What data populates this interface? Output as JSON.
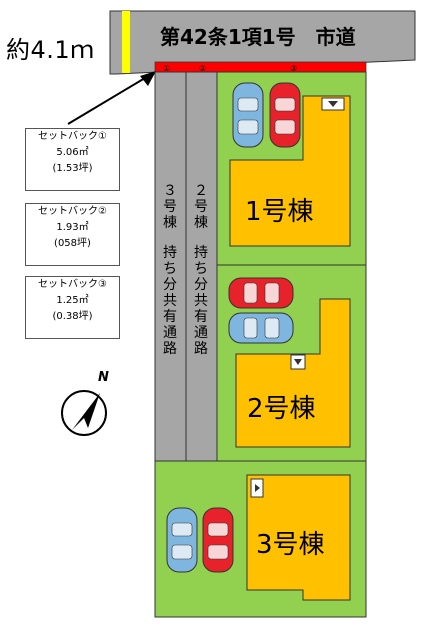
{
  "road": {
    "name": "第42条1項1号　市道",
    "width": "約4.1ｍ"
  },
  "setbacks": [
    {
      "marker": "①",
      "title": "セットバック①",
      "area": "5.06㎡",
      "tsubo": "(1.53坪)"
    },
    {
      "marker": "②",
      "title": "セットバック②",
      "area": "1.93㎡",
      "tsubo": "(058坪)"
    },
    {
      "marker": "③",
      "title": "セットバック③",
      "area": "1.25㎡",
      "tsubo": "(0.38坪)"
    }
  ],
  "passages": [
    {
      "label_lines": [
        "３",
        "号",
        "棟",
        "",
        "持",
        "ち",
        "分",
        "共",
        "有",
        "通",
        "路"
      ]
    },
    {
      "label_lines": [
        "２",
        "号",
        "棟",
        "",
        "持",
        "ち",
        "分",
        "共",
        "有",
        "通",
        "路"
      ]
    }
  ],
  "lots": [
    {
      "name": "1号棟",
      "parking_cars": [
        "blue",
        "red"
      ]
    },
    {
      "name": "2号棟",
      "parking_cars": [
        "red",
        "blue"
      ]
    },
    {
      "name": "3号棟",
      "parking_cars": [
        "blue",
        "red"
      ]
    }
  ],
  "compass": {
    "label": "N"
  },
  "colors": {
    "road": "#a6a6a6",
    "setback_strip": "#ff0000",
    "lot": "#92d050",
    "building": "#ffc000",
    "passage": "#a6a6a6",
    "road_edge_mark": "#ffff00",
    "car_red": "#e8222a",
    "car_blue": "#7fb6e0"
  }
}
